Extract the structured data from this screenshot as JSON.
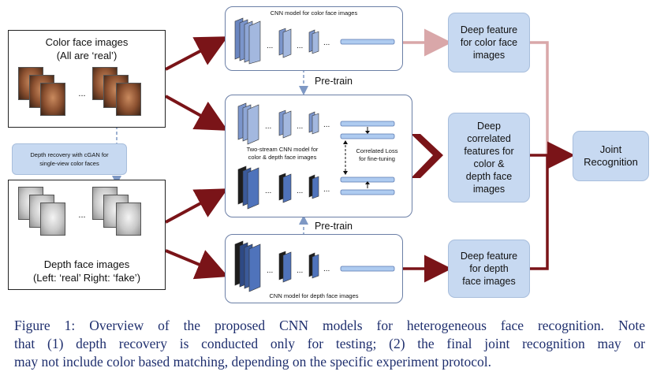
{
  "color_images": {
    "title": "Color face images\n(All are ‘real’)",
    "ellipsis": "..."
  },
  "depth_images": {
    "title": "Depth face images\n(Left: ‘real’   Right: ‘fake’)",
    "ellipsis": "..."
  },
  "depth_recovery_label": "Depth recovery with cGAN for\nsingle-view color faces",
  "cnn_color": {
    "label": "CNN model for color face images",
    "ellipsis": "..."
  },
  "cnn_depth": {
    "label": "CNN model for depth face images",
    "ellipsis": "..."
  },
  "two_stream": {
    "label": "Two-stream CNN model for\ncolor & depth face images",
    "loss_label": "Correlated Loss\nfor fine-tuning",
    "ellipsis": "..."
  },
  "pretrain_top": "Pre-train",
  "pretrain_bottom": "Pre-train",
  "features": {
    "color": "Deep feature\nfor color face\nimages",
    "correlated": "Deep\ncorrelated\nfeatures for\ncolor &\ndepth face\nimages",
    "depth": "Deep feature\nfor depth\nface images"
  },
  "joint_recognition": "Joint\nRecognition",
  "caption": {
    "line1": "Figure 1: Overview of the proposed CNN models for heterogeneous face recognition. Note",
    "line2": "that (1) depth recovery is conducted only for testing; (2) the final joint recognition may or",
    "line3": "may not include color based matching, depending on the specific experiment protocol."
  },
  "colors": {
    "arrow_dark": "#7a1418",
    "arrow_light": "#d9a7a9",
    "feature_fill": "#c7d9f1",
    "caption": "#1f2f6e"
  }
}
